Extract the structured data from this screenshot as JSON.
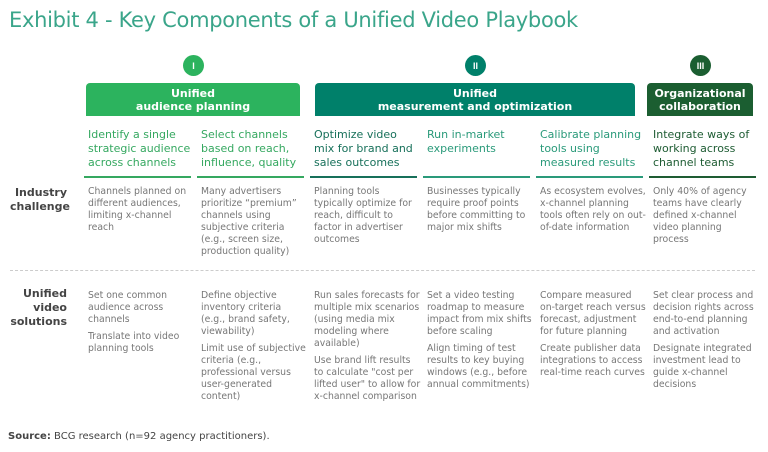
{
  "title": "Exhibit 4 - Key Components of a Unified Video Playbook",
  "groups": [
    {
      "numeral": "I",
      "line1": "Unified",
      "line2": "audience planning",
      "color": "#2cb35e"
    },
    {
      "numeral": "II",
      "line1": "Unified",
      "line2": "measurement and optimization",
      "color": "#00806a"
    },
    {
      "numeral": "III",
      "line1": "Organizational",
      "line2": "collaboration",
      "color": "#1b5e31"
    }
  ],
  "row_labels": {
    "challenge": "Industry challenge",
    "solutions": "Unified video solutions"
  },
  "columns": [
    {
      "header": "Identify a single strategic audience across channels",
      "color": "#35a860",
      "challenge": "Channels planned on different audiences, limiting x-channel reach",
      "solutions": [
        "Set one common audience across channels",
        "Translate into video planning tools"
      ]
    },
    {
      "header": "Select channels based on reach, influence, quality",
      "color": "#35a860",
      "challenge": "Many advertisers prioritize “premium” channels using subjective criteria (e.g., screen size, production quality)",
      "solutions": [
        "Define objective inventory criteria (e.g., brand safety, viewability)",
        "Limit use of subjective criteria (e.g., professional versus user-generated content)"
      ]
    },
    {
      "header": "Optimize video mix for brand and sales outcomes",
      "color": "#17705a",
      "challenge": "Planning tools typically optimize for reach, difficult to factor in advertiser outcomes",
      "solutions": [
        "Run sales forecasts for multiple mix scenarios (using media mix modeling where available)",
        "Use brand lift results to calculate \"cost per lifted user\" to allow for x-channel comparison"
      ]
    },
    {
      "header": "Run in-market experiments",
      "color": "#2a9a7a",
      "challenge": "Businesses typically require proof points before committing to major mix shifts",
      "solutions": [
        "Set a video testing roadmap to measure impact from mix shifts before scaling",
        "Align timing of test results to key buying windows (e.g., before annual commitments)"
      ]
    },
    {
      "header": "Calibrate planning tools using measured results",
      "color": "#2a9a7a",
      "challenge": "As ecosystem evolves, x-channel planning tools often rely on out-of-date information",
      "solutions": [
        "Compare measured on-target reach versus forecast, adjustment for future planning",
        "Create publisher data integrations to access real-time reach curves"
      ]
    },
    {
      "header": "Integrate ways of working across channel teams",
      "color": "#1e5c33",
      "challenge": "Only 40% of agency teams have clearly defined x-channel video planning process",
      "solutions": [
        "Set clear process and decision rights across end-to-end planning and activation",
        "Designate integrated investment lead to guide x-channel decisions"
      ]
    }
  ],
  "source": {
    "label": "Source:",
    "text": " BCG research (n=92 agency practitioners)."
  }
}
